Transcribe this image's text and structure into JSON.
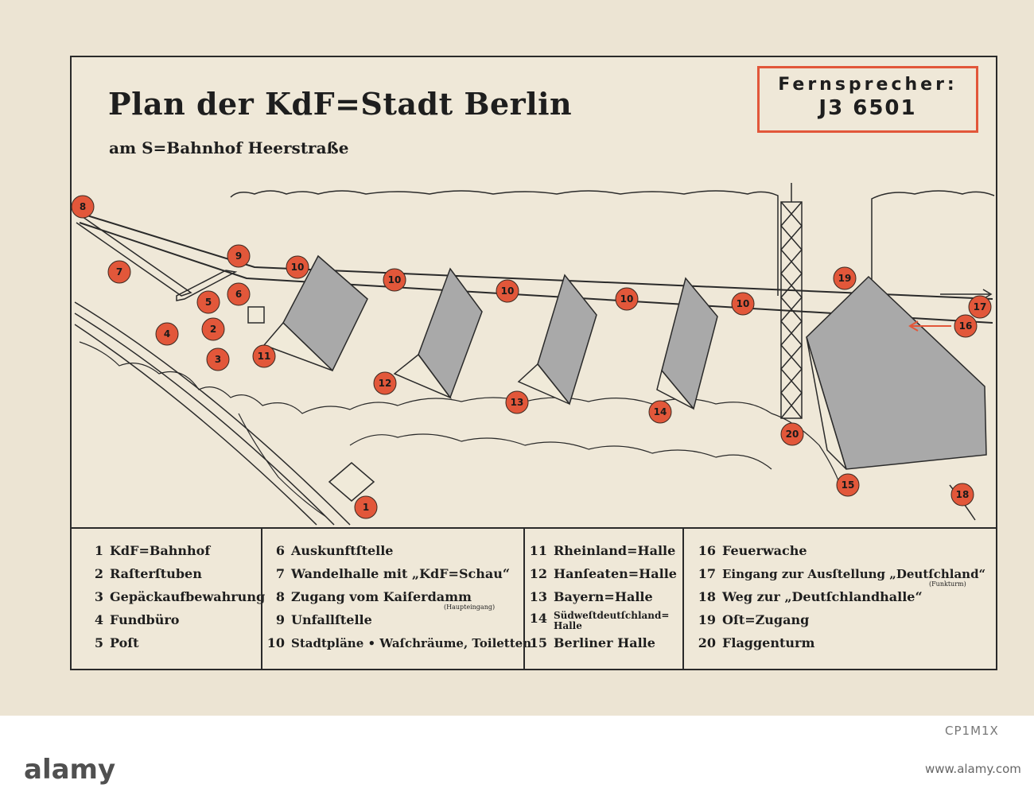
{
  "title": "Plan der KdF=Stadt Berlin",
  "subtitle": "am S=Bahnhof Heerstraße",
  "phone": {
    "label": "Fernsprecher:",
    "number": "J3 6501"
  },
  "colors": {
    "marker": "#e2573a",
    "paper": "#ece4d3",
    "ink": "#1e1e1e",
    "roof": "#a9a9a9"
  },
  "markers": [
    "1",
    "2",
    "3",
    "4",
    "5",
    "6",
    "7",
    "8",
    "9",
    "10",
    "10",
    "10",
    "10",
    "10",
    "11",
    "12",
    "13",
    "14",
    "15",
    "16",
    "17",
    "18",
    "19",
    "20"
  ],
  "legend": {
    "col1": [
      {
        "num": "1",
        "label": "KdF=Bahnhof"
      },
      {
        "num": "2",
        "label": "Raſterſtuben"
      },
      {
        "num": "3",
        "label": "Gepäckaufbewahrung"
      },
      {
        "num": "4",
        "label": "Fundbüro"
      },
      {
        "num": "5",
        "label": "Poſt"
      }
    ],
    "col2": [
      {
        "num": "6",
        "label": "Auskunftſtelle"
      },
      {
        "num": "7",
        "label": "Wandelhalle mit „KdF=Schau“"
      },
      {
        "num": "8",
        "label": "Zugang vom Kaiſerdamm",
        "note": "(Haupteingang)"
      },
      {
        "num": "9",
        "label": "Unfallſtelle"
      },
      {
        "num": "10",
        "label": "Stadtpläne • Waſchräume, Toiletten"
      }
    ],
    "col3": [
      {
        "num": "11",
        "label": "Rheinland=Halle"
      },
      {
        "num": "12",
        "label": "Hanſeaten=Halle"
      },
      {
        "num": "13",
        "label": "Bayern=Halle"
      },
      {
        "num": "14",
        "label": "Südweſtdeutſchland= Halle"
      },
      {
        "num": "15",
        "label": "Berliner Halle"
      }
    ],
    "col4": [
      {
        "num": "16",
        "label": "Feuerwache"
      },
      {
        "num": "17",
        "label": "Eingang zur Ausſtellung „Deutſchland“",
        "note": "(Funkturm)"
      },
      {
        "num": "18",
        "label": "Weg zur „Deutſchlandhalle“"
      },
      {
        "num": "19",
        "label": "Oſt=Zugang"
      },
      {
        "num": "20",
        "label": "Flaggenturm"
      }
    ]
  },
  "footer": {
    "image_id": "CP1M1X",
    "brand": "alamy",
    "site": "www.alamy.com"
  }
}
